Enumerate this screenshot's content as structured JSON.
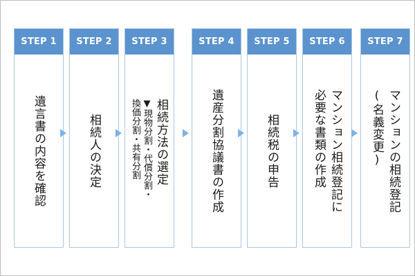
{
  "steps": [
    {
      "header": "STEP 1",
      "lines": [
        "遺言書の内容を確認"
      ]
    },
    {
      "header": "STEP 2",
      "lines": [
        "相続人の決定"
      ]
    },
    {
      "header": "STEP 3",
      "lines": [
        "相続方法の選定",
        "▼現物分割・代償分割・",
        "換価分割・共有分割"
      ]
    },
    {
      "header": "STEP 4",
      "lines": [
        "遺産分割協議書の作成"
      ]
    },
    {
      "header": "STEP 5",
      "lines": [
        "相続税の申告"
      ]
    },
    {
      "header": "STEP 6",
      "lines": [
        "マンション相続登記に",
        "必要な書類の作成"
      ]
    },
    {
      "header": "STEP 7",
      "lines": [
        "マンションの相続登記",
        "(名義変更)"
      ]
    }
  ],
  "colors": {
    "header_bg": "#5b93ce",
    "header_text": "#ffffff",
    "box_border": "#a9c6e3",
    "arrow": "#7fb2e3",
    "frame_border": "#bdbdbd"
  },
  "icons": {
    "connector": "triangle-right-icon"
  }
}
